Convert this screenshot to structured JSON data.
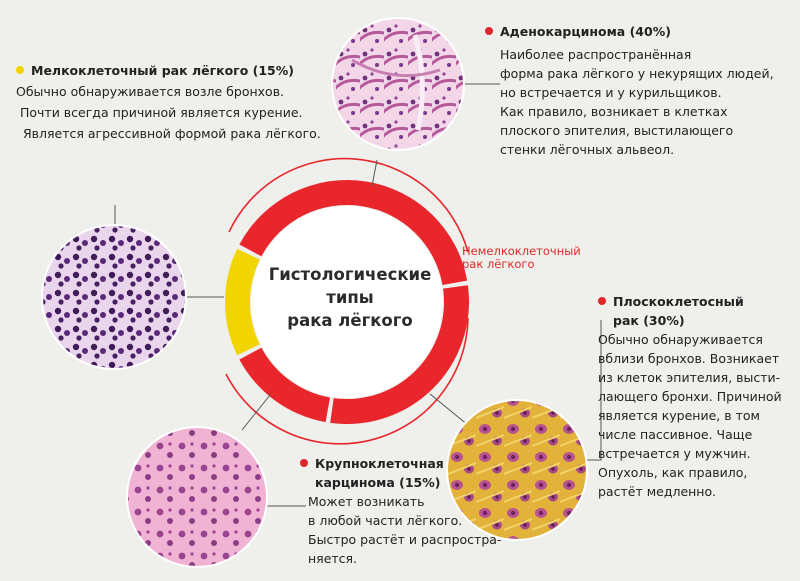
{
  "colors": {
    "background": "#efefec",
    "nsclc_red": "#e8262b",
    "sclc_yellow": "#f2d500",
    "dot_red": "#e0262b",
    "dot_yellow": "#f3d400"
  },
  "center_title": [
    "Гистологические",
    "типы",
    "рака лёгкого"
  ],
  "nsclc_label": [
    "Немелкоклеточный",
    "рак лёгкого"
  ],
  "small_cell": {
    "title": "Мелкоклеточный рак лёгкого (15%)",
    "lines": [
      "Обычно обнаруживается возле бронхов.",
      "Почти всегда причиной является курение.",
      "Является агрессивной формой рака лёгкого."
    ]
  },
  "adeno": {
    "title": "Аденокарцинома (40%)",
    "lines": [
      "Наиболее распространённая",
      "форма рака лёгкого у некурящих людей,",
      "но встречается и у курильщиков.",
      "Как правило, возникает в клетках",
      "плоского эпителия, выстилающего",
      "стенки лёгочных альвеол."
    ]
  },
  "squamous": {
    "title_lines": [
      "Плоскоклетосный",
      "рак (30%)"
    ],
    "lines": [
      "Обычно обнаруживается",
      "вблизи бронхов. Возникает",
      "из клеток эпителия, высти-",
      "лающего бронхи. Причиной",
      "является курение, в том",
      "числе пассивное. Чаще",
      "встречается у мужчин.",
      "Опухоль, как правило,",
      "растёт медленно."
    ]
  },
  "large_cell": {
    "title_lines": [
      "Крупноклеточная",
      "карцинома (15%)"
    ],
    "lines": [
      "Может возникать",
      "в любой части лёгкого.",
      "Быстро растёт и распростра-",
      "няется."
    ]
  },
  "ring_segments": [
    {
      "name": "nsclc",
      "share": 0.85
    },
    {
      "name": "sclc",
      "share": 0.15
    }
  ],
  "micrographs": [
    {
      "name": "adenocarcinoma-micrograph"
    },
    {
      "name": "small-cell-micrograph"
    },
    {
      "name": "squamous-micrograph"
    },
    {
      "name": "large-cell-micrograph"
    }
  ]
}
